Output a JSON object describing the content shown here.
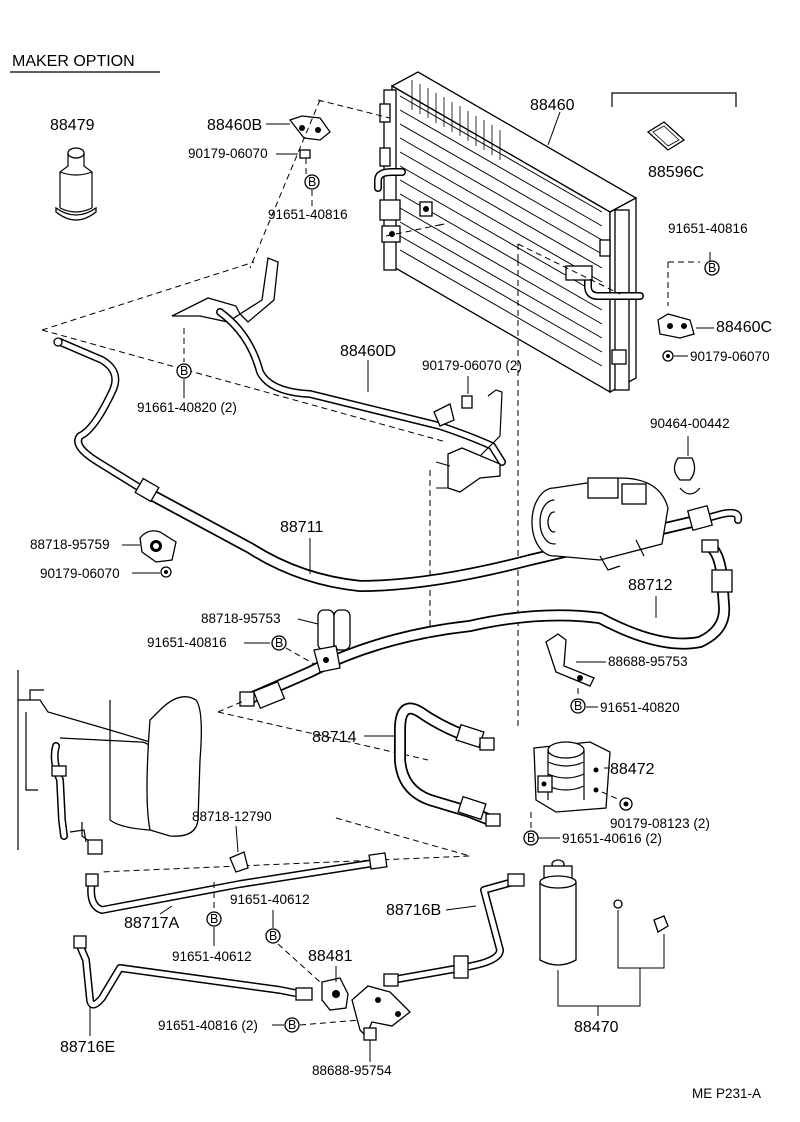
{
  "header": {
    "title": "MAKER OPTION"
  },
  "footer": {
    "code": "ME P231-A"
  },
  "bolt_symbol": "B",
  "parts": {
    "p88479": "88479",
    "p88460": "88460",
    "p88460B": "88460B",
    "p88596C": "88596C",
    "p88460C": "88460C",
    "p88460D": "88460D",
    "p88711": "88711",
    "p88712": "88712",
    "p88714": "88714",
    "p88472": "88472",
    "p88470": "88470",
    "p88481": "88481",
    "p88716B": "88716B",
    "p88716E": "88716E",
    "p88717A": "88717A"
  },
  "fasteners": {
    "f_90179_06070_a": "90179-06070",
    "f_91651_40816_a": "91651-40816",
    "f_91651_40816_b": "91651-40816",
    "f_90179_06070_b": "90179-06070",
    "f_91661_40820": "91661-40820 (2)",
    "f_90179_06070_2": "90179-06070 (2)",
    "f_90464_00442": "90464-00442",
    "f_88718_95759": "88718-95759",
    "f_90179_06070_c": "90179-06070",
    "f_88718_95753": "88718-95753",
    "f_91651_40816_c": "91651-40816",
    "f_88688_95753": "88688-95753",
    "f_91651_40820": "91651-40820",
    "f_90179_08123": "90179-08123 (2)",
    "f_91651_40616": "91651-40616 (2)",
    "f_88718_12790": "88718-12790",
    "f_91651_40612_a": "91651-40612",
    "f_91651_40612_b": "91651-40612",
    "f_91651_40816_2": "91651-40816 (2)",
    "f_88688_95754": "88688-95754"
  }
}
